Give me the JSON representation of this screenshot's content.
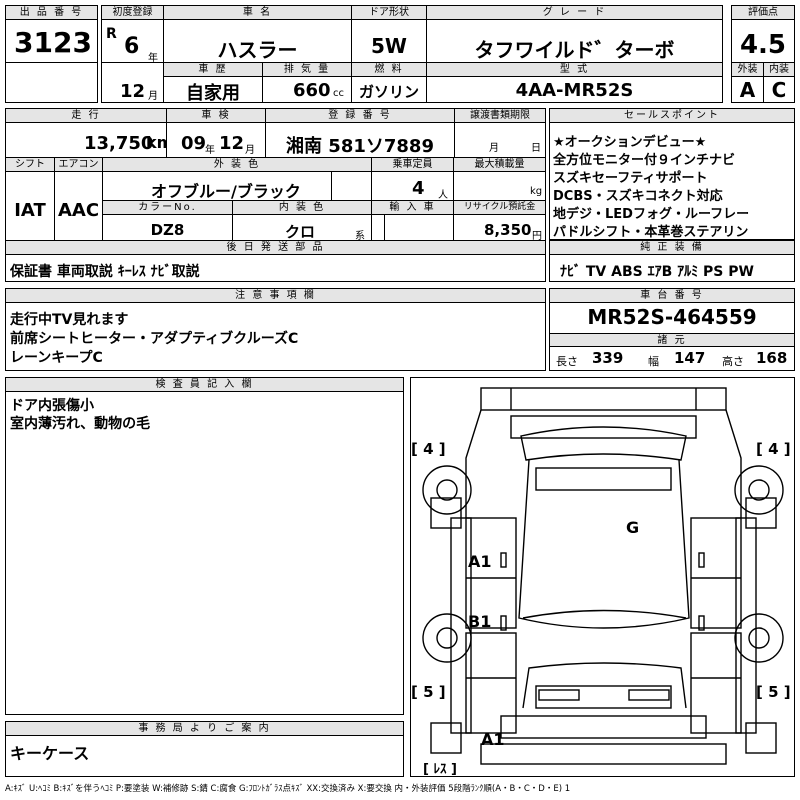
{
  "headers": {
    "lot_number": "出 品 番 号",
    "first_registration": "初度登録",
    "car_name": "車 名",
    "door_type": "ドア形状",
    "grade": "グ レ ー ド",
    "score": "評価点",
    "history": "車 歴",
    "displacement": "排 気 量",
    "fuel": "燃 料",
    "model_code": "型 式",
    "exterior": "外装",
    "interior": "内装",
    "mileage": "走 行",
    "inspection": "車 検",
    "plate": "登 録 番 号",
    "transfer_deadline": "譲渡書類期限",
    "sale_points": "セールスポイント",
    "shift": "シフト",
    "aircon": "エアコン",
    "exterior_color": "外 装 色",
    "capacity": "乗車定員",
    "max_load": "最大積載量",
    "color_no": "カラーNo.",
    "interior_color": "内 装 色",
    "import": "輸 入 車",
    "recycle": "リサイクル預託金",
    "later_parts": "後 日 発 送 部 品",
    "genuine_equipment": "純 正 装 備",
    "notes": "注 意 事 項 欄",
    "chassis_number": "車 台 番 号",
    "dimensions": "諸 元",
    "inspector": "検 査 員 記 入 欄",
    "office": "事 務 局 よ り ご 案 内"
  },
  "vehicle": {
    "lot_number": "3123",
    "era": "R",
    "year": "6",
    "year_unit": "年",
    "month": "12",
    "month_unit": "月",
    "car_name": "ハスラー",
    "door_type": "5W",
    "grade": "タフワイルド゛ターボ",
    "score": "4.5",
    "history": "自家用",
    "displacement": "660",
    "displacement_unit": "cc",
    "fuel": "ガソリン",
    "model_code": "4AA-MR52S",
    "exterior_grade": "A",
    "interior_grade": "C",
    "mileage": "13,750",
    "mileage_unit": "km",
    "inspection_year": "09",
    "inspection_year_unit": "年",
    "inspection_month": "12",
    "inspection_month_unit": "月",
    "plate": "湘南 581ソ7889",
    "transfer_year_unit": "月",
    "transfer_day_unit": "日",
    "shift": "IAT",
    "aircon": "AAC",
    "exterior_color": "オフブルー/ブラック",
    "capacity": "4",
    "capacity_unit": "人",
    "max_load_unit": "kg",
    "color_no": "DZ8",
    "interior_color": "クロ",
    "interior_color_unit": "系",
    "recycle": "8,350",
    "recycle_unit": "円",
    "chassis_number": "MR52S-464559",
    "dimensions": {
      "length_label": "長さ",
      "length": "339",
      "width_label": "幅",
      "width": "147",
      "height_label": "高さ",
      "height": "168"
    }
  },
  "sale_points": [
    "★オークションデビュー★",
    "全方位モニター付９インチナビ",
    "スズキセーフティサポート",
    "DCBS・スズキコネクト対応",
    "地デジ・LEDフォグ・ルーフレー",
    "パドルシフト・本革巻ステアリン"
  ],
  "later_parts": "保証書 車両取説 ｷｰﾚｽ ﾅﾋﾞ取説",
  "genuine_equipment": "ﾅﾋﾞ TV ABS ｴｱB ｱﾙﾐ PS PW",
  "notes": [
    "走行中TV見れます",
    "前席シートヒーター・アダプティブクルーズC",
    "レーンキープC"
  ],
  "inspector_notes": [
    "ドア内張傷小",
    "室内薄汚れ、動物の毛"
  ],
  "office_note": "キーケース",
  "diagram": {
    "tire_front_left": "[ 4 ]",
    "tire_front_right": "[ 4 ]",
    "tire_rear_left": "[ 5 ]",
    "tire_rear_right": "[ 5 ]",
    "spare": "[ ﾚｽ ]",
    "mark_roof": "G",
    "mark_front_door": "A1",
    "mark_rear_door": "B1",
    "mark_rear": "A1"
  },
  "legend": "A:ｷｽﾞ U:ﾍｺﾐ B:ｷｽﾞを伴うﾍｺﾐ P:要塗装 W:補修跡 S:錆 C:腐食 G:ﾌﾛﾝﾄｶﾞﾗｽ点ｷｽﾞ XX:交換済み X:要交換  内・外装評価  5段階ﾗﾝｸ順(A・B・C・D・E) 1"
}
